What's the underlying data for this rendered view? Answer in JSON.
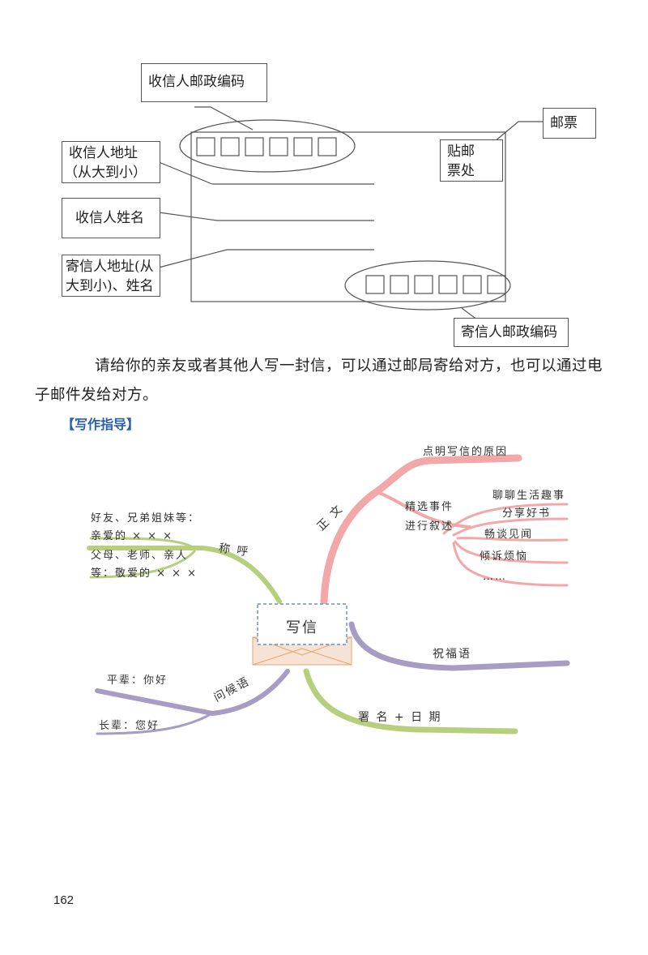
{
  "envelope": {
    "recipient_postcode_label": "收信人邮政编码",
    "stamp_label": "邮票",
    "stamp_place": [
      "贴邮",
      "票处"
    ],
    "recipient_address_label": [
      "收信人地址",
      "（从大到小）"
    ],
    "recipient_name_label": "收信人姓名",
    "sender_address_label": [
      "寄信人地址(从",
      "大到小)、姓名"
    ],
    "sender_postcode_label": "寄信人邮政编码"
  },
  "paragraph": [
    "请给你的亲友或者其他人写一封信，可以通过邮局寄给对方，也可以通过电",
    "子邮件发给对方。"
  ],
  "section_title": "【写作指导】",
  "mindmap": {
    "center": "写信",
    "body": {
      "label": "正 文",
      "reason": "点明写信的原因",
      "narrate": [
        "精选事件",
        "进行叙述"
      ],
      "items": [
        "聊聊生活趣事",
        "分享好书",
        "畅谈见闻",
        "倾诉烦恼",
        "……"
      ]
    },
    "salutation": {
      "label": "称 呼",
      "friends": [
        "好友、兄弟姐妹等：",
        "亲爱的 × × ×"
      ],
      "elders": [
        "父母、老师、亲人",
        "等：敬爱的 × × ×"
      ]
    },
    "greeting": {
      "label": "问候语",
      "peer": "平辈：你好",
      "elder": "长辈：您好"
    },
    "blessing": "祝福语",
    "signature": "署 名 + 日 期"
  },
  "page_number": "162",
  "colors": {
    "pink": "#f2a8a8",
    "green": "#b7cf7d",
    "purple": "#a79cc3",
    "envelope_blue": "#6e8fc2",
    "envelope_orange": "#e3a56a",
    "section_blue": "#2a5fa8"
  }
}
